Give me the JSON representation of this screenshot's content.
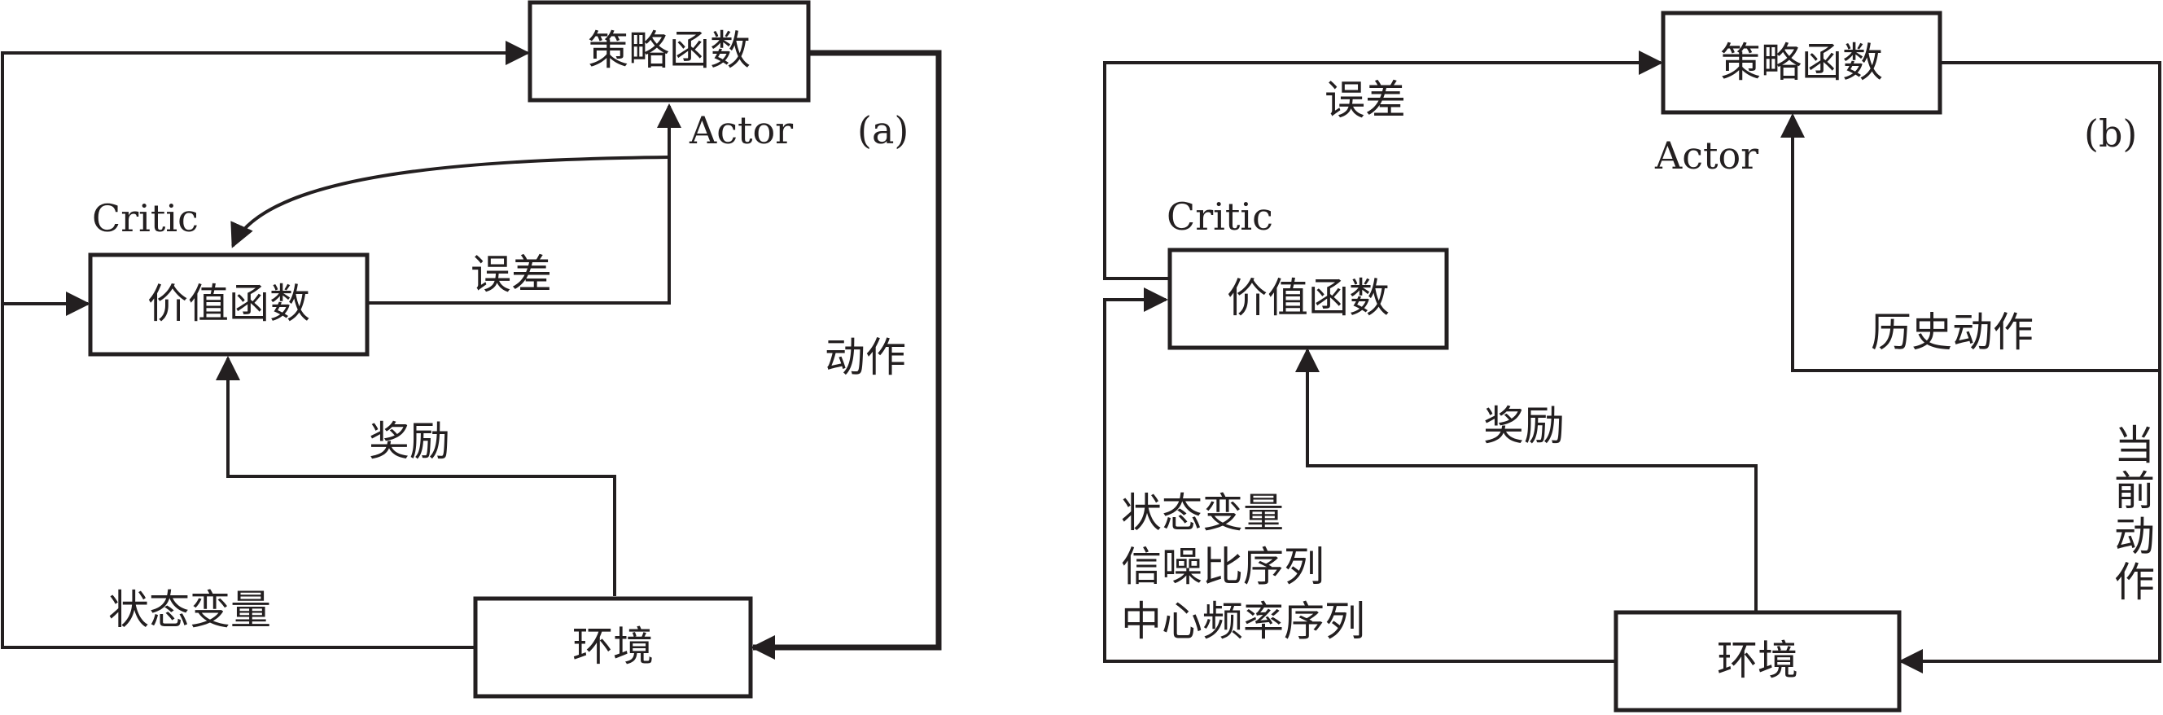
{
  "colors": {
    "line": "#231f20",
    "background": "#ffffff"
  },
  "panel_a": {
    "label": "(a)",
    "policy_box": "策略函数",
    "value_box": "价值函数",
    "env_box": "环境",
    "actor": "Actor",
    "critic": "Critic",
    "error": "误差",
    "reward": "奖励",
    "action": "动作",
    "state": "状态变量"
  },
  "panel_b": {
    "label": "(b)",
    "policy_box": "策略函数",
    "value_box": "价值函数",
    "env_box": "环境",
    "actor": "Actor",
    "critic": "Critic",
    "error": "误差",
    "reward": "奖励",
    "history_action": "历史动作",
    "current_action": [
      "当",
      "前",
      "动",
      "作"
    ],
    "state_lines": [
      "状态变量",
      "信噪比序列",
      "中心频率序列"
    ]
  }
}
